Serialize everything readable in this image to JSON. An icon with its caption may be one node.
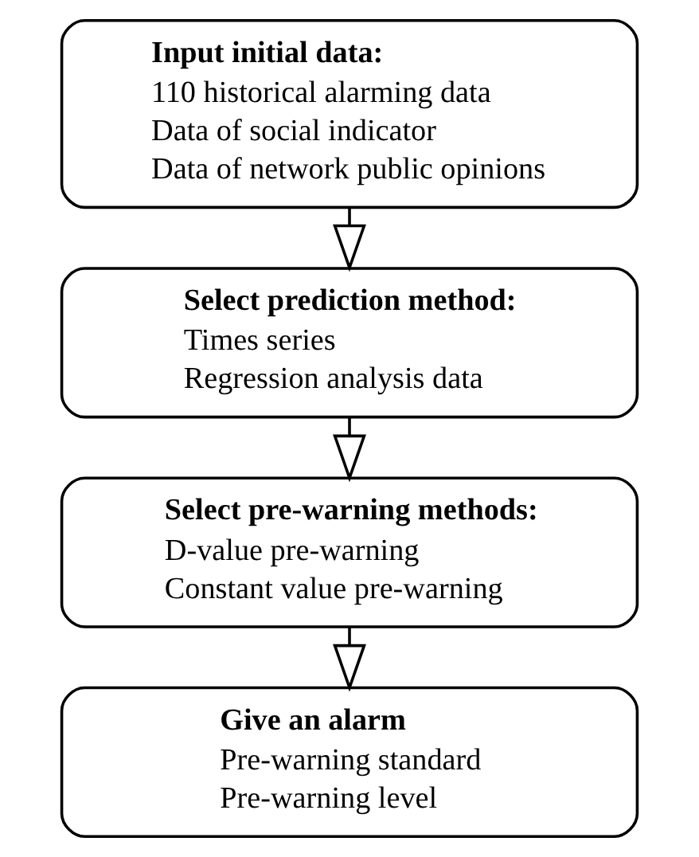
{
  "diagram": {
    "nodes": [
      {
        "text": [
          "Input initial data:",
          "110 historical alarming data",
          "Data of social indicator",
          "Data of network public opinions"
        ]
      },
      {
        "text": [
          "Select prediction method:",
          "Times series",
          "Regression analysis data"
        ]
      },
      {
        "text": [
          "Select pre-warning methods:",
          "D-value pre-warning",
          "Constant value pre-warning"
        ]
      },
      {
        "text": [
          "Give an alarm",
          "Pre-warning standard",
          "Pre-warning level"
        ]
      }
    ],
    "edges": [
      {
        "from": 0,
        "to": 1,
        "arrow": "to"
      },
      {
        "from": 1,
        "to": 2,
        "arrow": "to"
      },
      {
        "from": 2,
        "to": 3,
        "arrow": "to"
      }
    ]
  }
}
